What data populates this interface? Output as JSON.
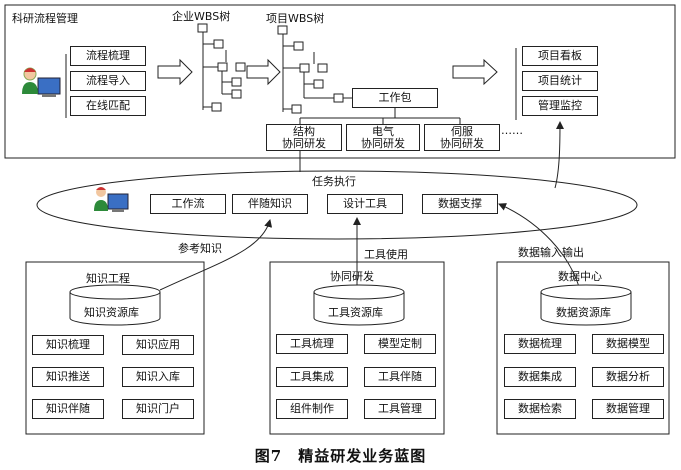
{
  "top_panel": {
    "title": "科研流程管理",
    "enterprise_wbs_label": "企业WBS树",
    "project_wbs_label": "项目WBS树",
    "process_buttons": [
      "流程梳理",
      "流程导入",
      "在线匹配"
    ],
    "work_package_label": "工作包",
    "sub_tasks": [
      "结构\n协同研发",
      "电气\n协同研发",
      "伺服\n协同研发"
    ],
    "ellipsis": "……",
    "right_buttons": [
      "项目看板",
      "项目统计",
      "管理监控"
    ]
  },
  "middle": {
    "task_execution_label": "任务执行",
    "buttons": [
      "工作流",
      "伴随知识",
      "设计工具",
      "数据支撑"
    ]
  },
  "connectors": {
    "reference_knowledge": "参考知识",
    "tool_usage": "工具使用",
    "data_io": "数据输入输出"
  },
  "bottom_panels": [
    {
      "title": "知识工程",
      "library": "知识资源库",
      "items": [
        "知识梳理",
        "知识应用",
        "知识推送",
        "知识入库",
        "知识伴随",
        "知识门户"
      ]
    },
    {
      "title": "协同研发",
      "library": "工具资源库",
      "items": [
        "工具梳理",
        "模型定制",
        "工具集成",
        "工具伴随",
        "组件制作",
        "工具管理"
      ]
    },
    {
      "title": "数据中心",
      "library": "数据资源库",
      "items": [
        "数据梳理",
        "数据模型",
        "数据集成",
        "数据分析",
        "数据检索",
        "数据管理"
      ]
    }
  ],
  "caption": "图7　精益研发业务蓝图"
}
